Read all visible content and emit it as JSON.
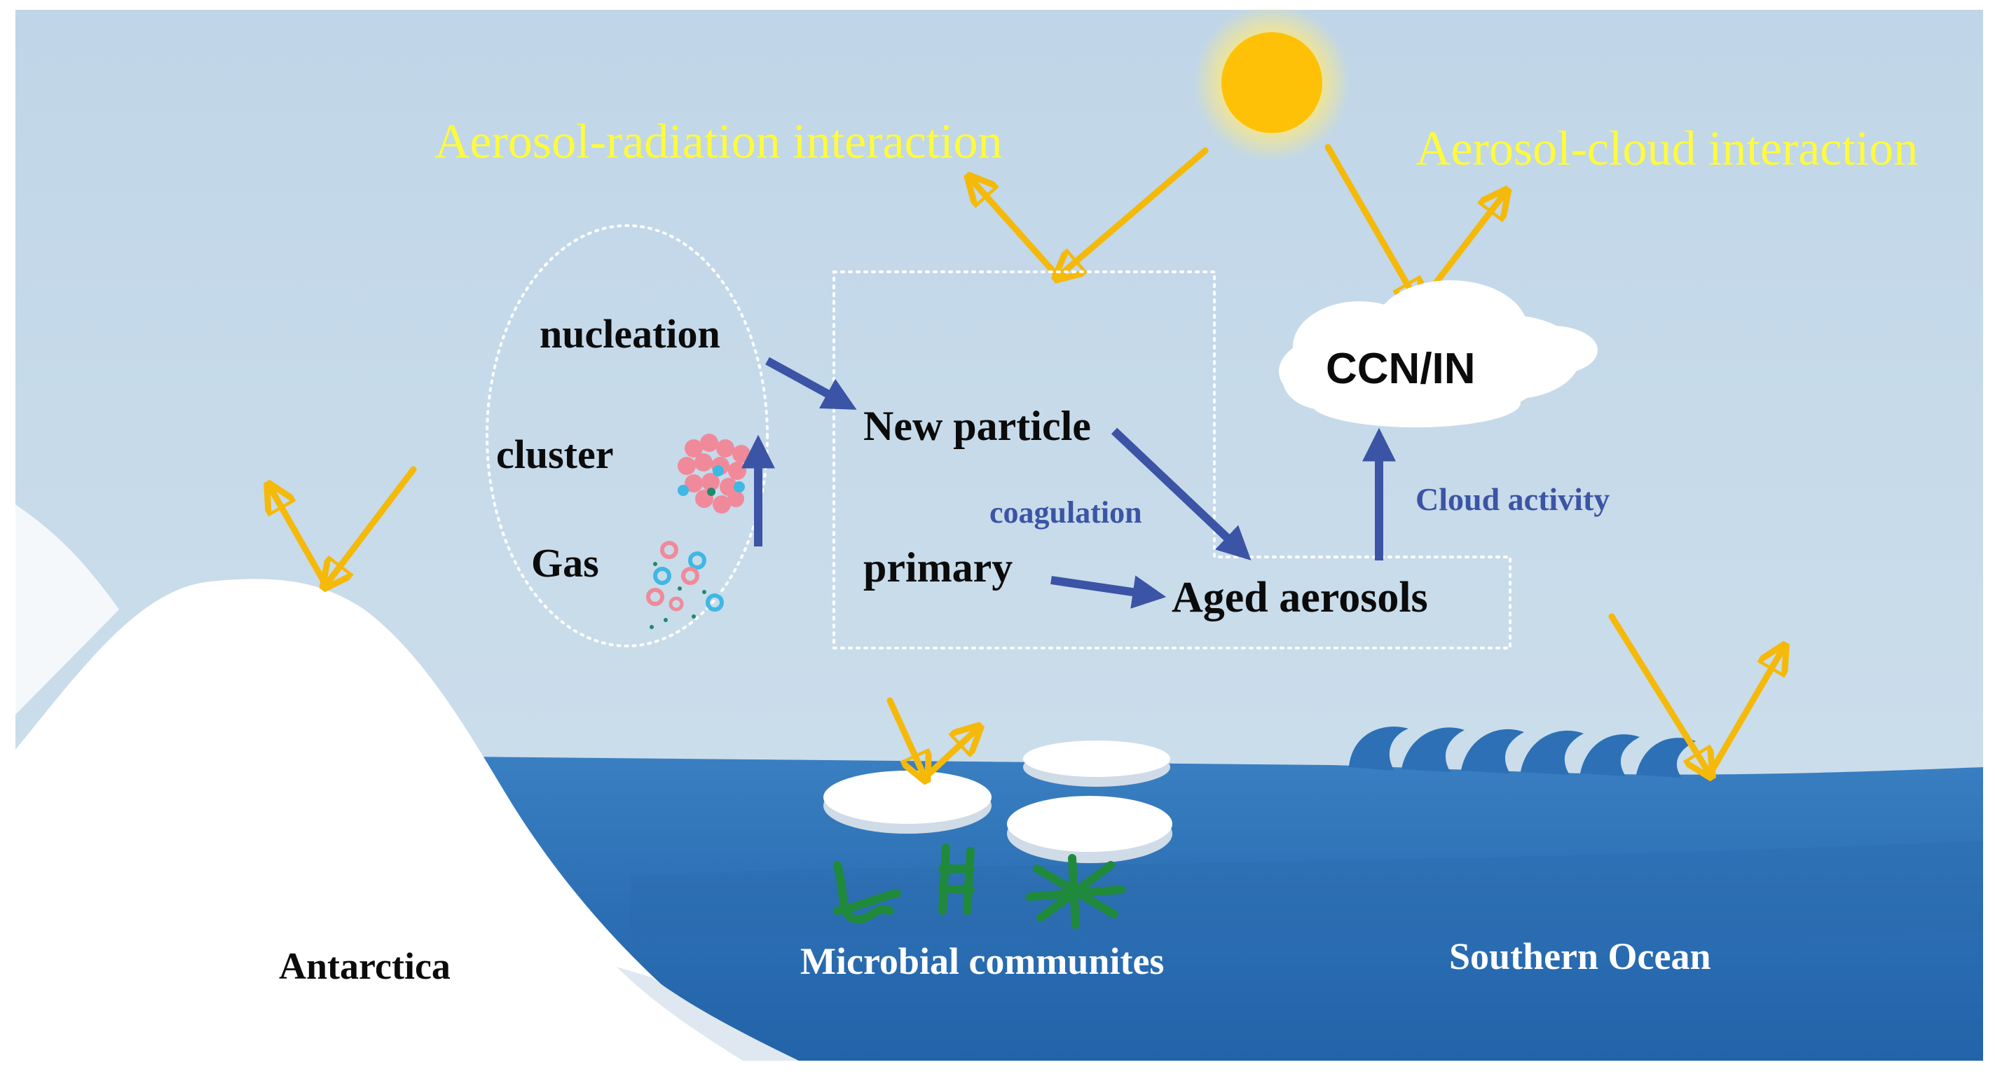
{
  "labels": {
    "aerosol_radiation": "Aerosol-radiation interaction",
    "aerosol_cloud": "Aerosol-cloud interaction",
    "nucleation": "nucleation",
    "cluster": "cluster",
    "gas": "Gas",
    "new_particle": "New particle",
    "coagulation": "coagulation",
    "primary": "primary",
    "aged_aerosols": "Aged aerosols",
    "ccn_in": "CCN/IN",
    "cloud_activity": "Cloud activity",
    "antarctica": "Antarctica",
    "microbial": "Microbial communites",
    "southern_ocean": "Southern Ocean"
  },
  "colors": {
    "sky": "#c3d8e8",
    "ocean": "#2d70b6",
    "sun": "#ffc107",
    "ray": "#f5b90a",
    "flow_arrow": "#3b54a5",
    "ice": "#ffffff",
    "microbe": "#1f8a3c",
    "label_yellow": "#fffb3c"
  }
}
